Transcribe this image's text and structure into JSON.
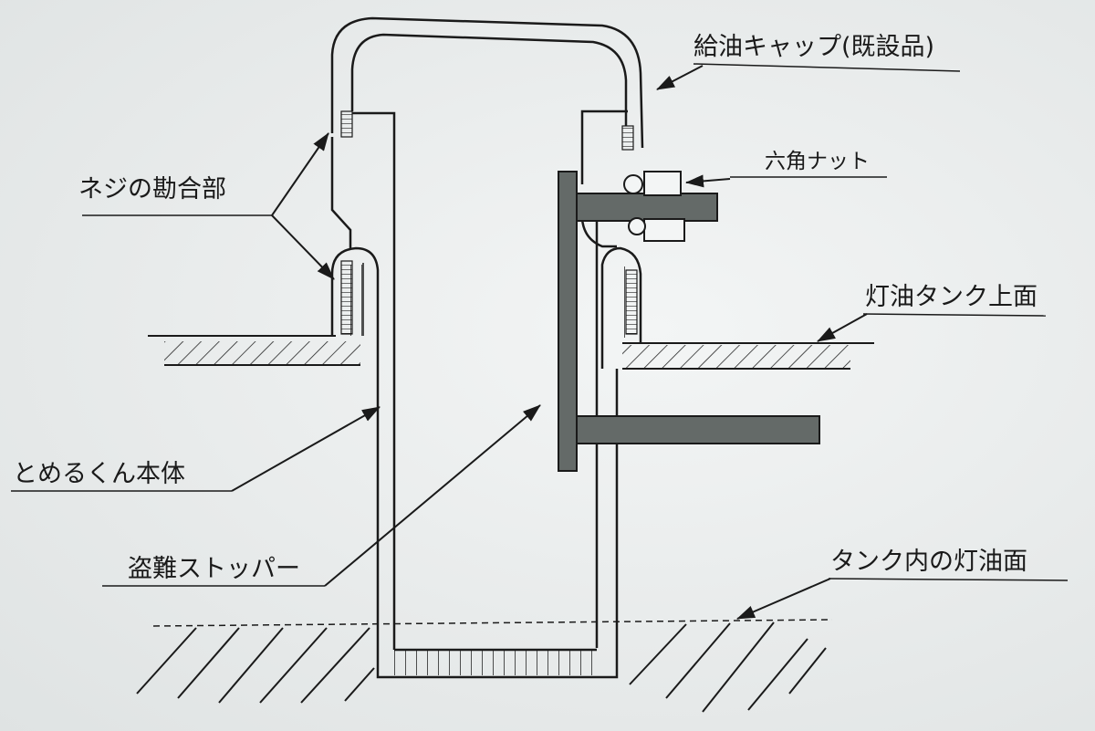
{
  "labels": {
    "fuel_cap": "給油キャップ(既設品)",
    "hex_nut": "六角ナット",
    "thread_engagement": "ネジの勘合部",
    "tank_top": "灯油タンク上面",
    "tomerukun_body": "とめるくん本体",
    "anti_theft_stopper": "盗難ストッパー",
    "oil_level": "タンク内の灯油面"
  },
  "colors": {
    "ink": "#1a1a1a",
    "stopper_fill": "#646a68",
    "background": "#e9ecec"
  }
}
